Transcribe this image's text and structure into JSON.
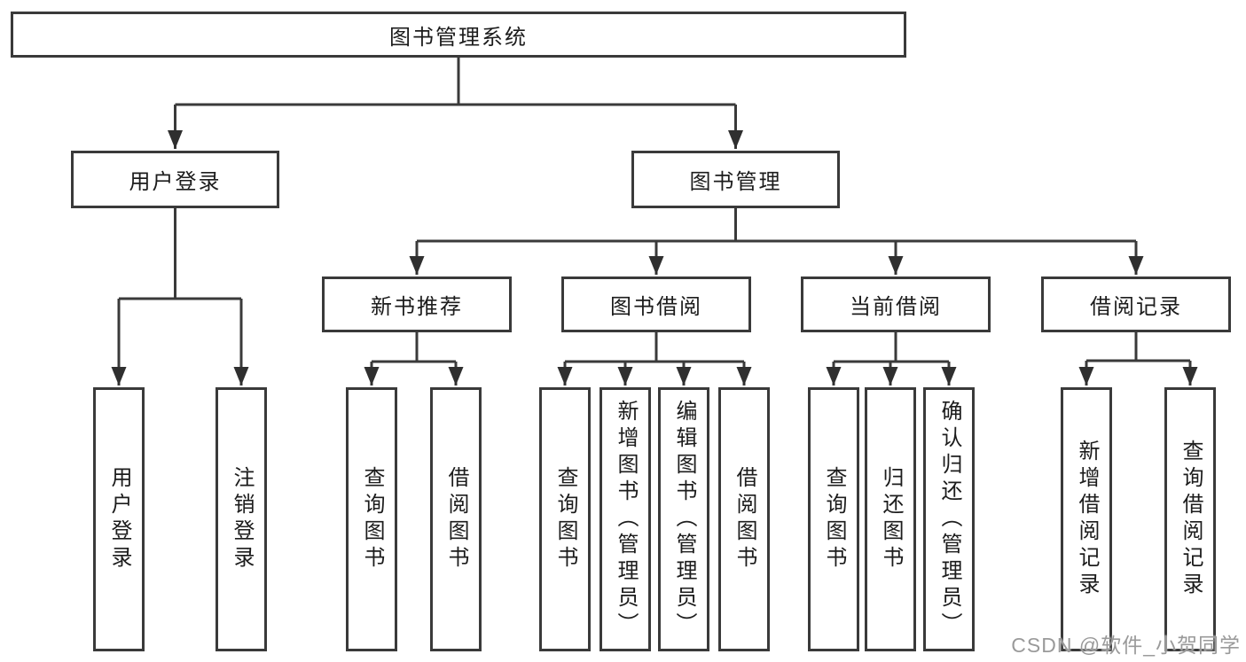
{
  "diagram": {
    "root": {
      "label": "图书管理系统"
    },
    "level2": [
      {
        "label": "用户登录"
      },
      {
        "label": "图书管理"
      }
    ],
    "level3": [
      {
        "label": "新书推荐"
      },
      {
        "label": "图书借阅"
      },
      {
        "label": "当前借阅"
      },
      {
        "label": "借阅记录"
      }
    ],
    "leafGroups": [
      {
        "parent": "用户登录",
        "children": [
          "用户登录",
          "注销登录"
        ]
      },
      {
        "parent": "新书推荐",
        "children": [
          "查询图书",
          "借阅图书"
        ]
      },
      {
        "parent": "图书借阅",
        "children": [
          "查询图书",
          "新增图书（管理员）",
          "编辑图书（管理员）",
          "借阅图书"
        ]
      },
      {
        "parent": "当前借阅",
        "children": [
          "查询图书",
          "归还图书",
          "确认归还（管理员）"
        ]
      },
      {
        "parent": "借阅记录",
        "children": [
          "新增借阅记录",
          "查询借阅记录"
        ]
      }
    ]
  },
  "watermark": {
    "text": "CSDN @软件_小贺同学"
  },
  "colors": {
    "line": "#3a3a3a",
    "arrow": "#2f2f2f",
    "border": "#3a3a3a",
    "text": "#1c1c1c",
    "watermark": "#9a9a9a",
    "background": "#ffffff"
  }
}
